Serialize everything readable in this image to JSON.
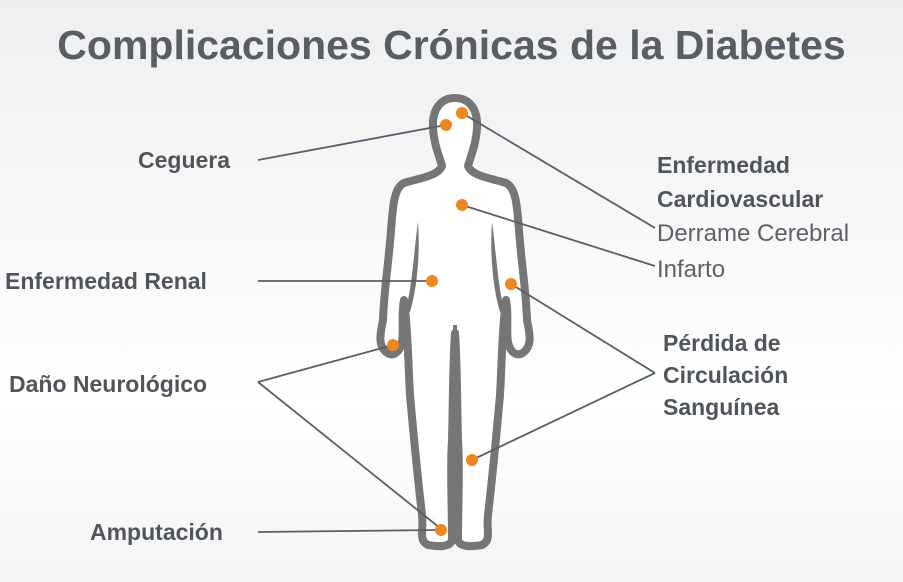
{
  "title": "Complicaciones Crónicas de la Diabetes",
  "labels": {
    "ceguera": "Ceguera",
    "renal": "Enfermedad Renal",
    "neuro": "Daño Neurológico",
    "amputacion": "Amputación",
    "cardio_1": "Enfermedad",
    "cardio_2": "Cardiovascular",
    "derrame": "Derrame Cerebral",
    "infarto": "Infarto",
    "circ_1": "Pérdida  de",
    "circ_2": "Circulación",
    "circ_3": "Sanguínea"
  },
  "colors": {
    "dot": "#f0871e",
    "body": "#767676",
    "line": "#56606a"
  }
}
